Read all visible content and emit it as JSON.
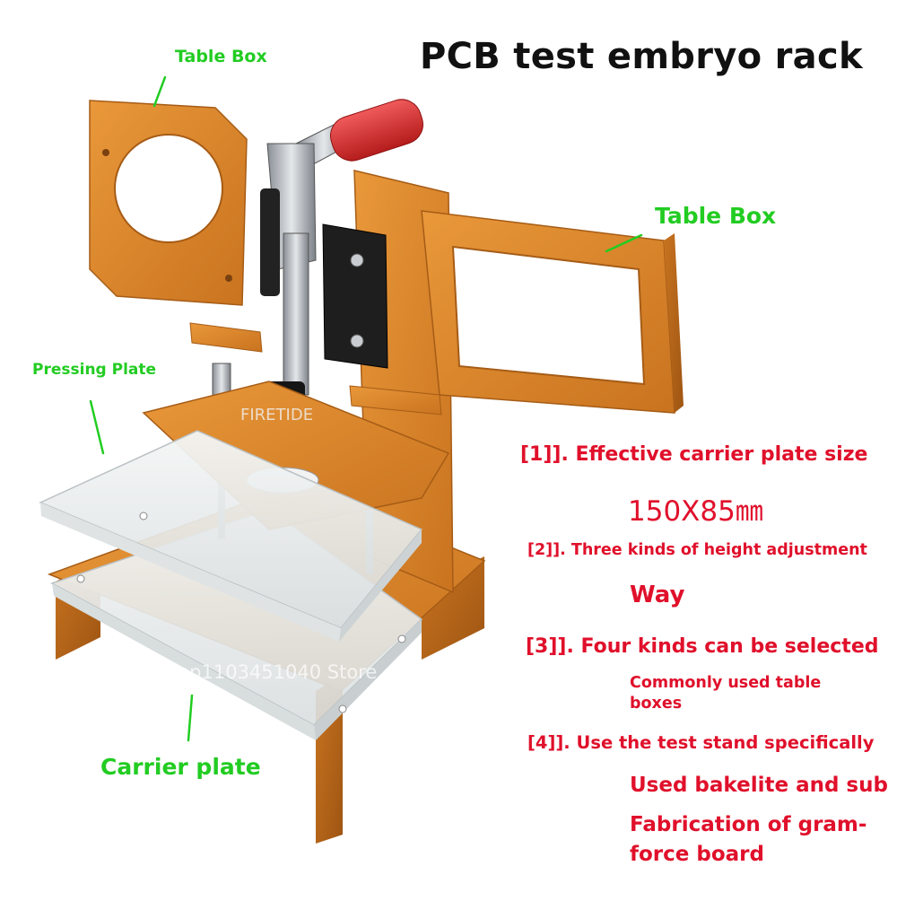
{
  "title": "PCB test embryo rack",
  "callouts": {
    "table_box_top": "Table Box",
    "table_box_right": "Table Box",
    "pressing_plate": "Pressing Plate",
    "carrier_plate": "Carrier plate"
  },
  "specs": {
    "item1": "[1]]. Effective carrier plate size",
    "item1_value": "150X85㎜",
    "item2": "[2]]. Three kinds of height adjustment",
    "item2_cont": "Way",
    "item3": "[3]]. Four kinds can be selected",
    "item3_cont": "Commonly used table boxes",
    "item4": "[4]]. Use the test stand specifically",
    "item4_cont1": "Used bakelite and sub",
    "item4_cont2": "Fabrication of gram-force board"
  },
  "watermarks": {
    "brand": "FIRETIDE",
    "store": "hop1103451040 Store"
  },
  "colors": {
    "callout_green": "#22cc22",
    "spec_red": "#e0102b",
    "bakelite_orange": "#e08a2a",
    "handle_red": "#d62a2a"
  }
}
